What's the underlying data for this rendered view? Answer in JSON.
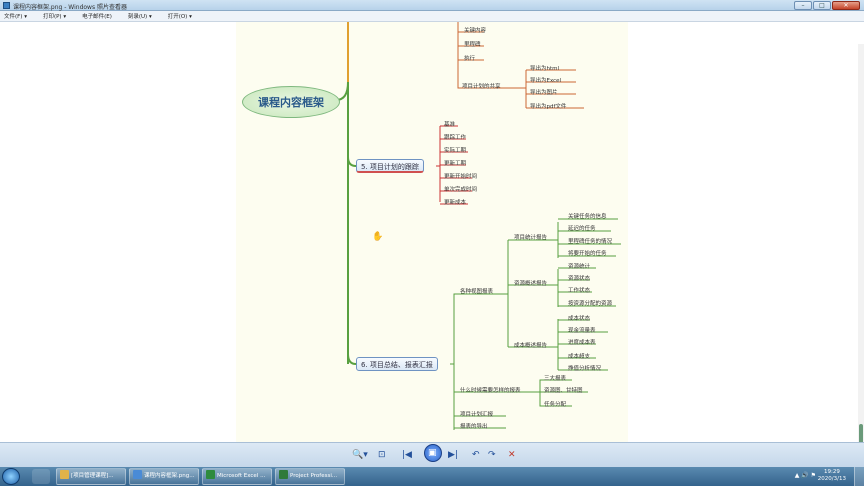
{
  "window": {
    "title": "课程内容框架.png - Windows 照片查看器",
    "controls": [
      "–",
      "□",
      "✕"
    ]
  },
  "menubar": {
    "items": [
      "文件(F) ▾",
      "打印(P) ▾",
      "电子邮件(E)",
      "刻录(U) ▾",
      "打开(O) ▾"
    ]
  },
  "mindmap": {
    "root": "课程内容框架",
    "top_group": [
      "关键内容",
      "里程碑",
      "执行"
    ],
    "export_group": {
      "label": "项目计划的共享",
      "items": [
        "导出为html",
        "导出为Excel",
        "导出为图片",
        "导出为pdf文件"
      ]
    },
    "branch5": {
      "label": "5. 项目计划的跟踪",
      "items": [
        "基准",
        "跟踪工作",
        "实际工期",
        "更新工期",
        "更新开始时间",
        "单次完成时间",
        "更新成本"
      ]
    },
    "branch6": {
      "label": "6. 项目总结、报表汇报",
      "sub_a": {
        "label": "各种视图报表",
        "groups": [
          {
            "label": "项目统计报告",
            "items": [
              "关键任务的信息",
              "延迟的任务",
              "里程碑任务的情况",
              "将要开始的任务"
            ]
          },
          {
            "label": "资源概述报告",
            "items": [
              "资源统计",
              "资源状态",
              "工作状态",
              "按资源分配的资源"
            ]
          },
          {
            "label": "成本概述报告",
            "items": [
              "成本状态",
              "现金流量表",
              "进度成本表",
              "成本超支",
              "挣值分析情况"
            ]
          }
        ]
      },
      "sub_b": {
        "label": "什么时候需要怎样的报表",
        "items": [
          "三大报表",
          "资源图、甘特图",
          "任务分配"
        ]
      },
      "sub_c": "项目计划汇报",
      "sub_d": "报表的导出"
    }
  },
  "toolbar": {
    "buttons": [
      "🔍▾",
      "⊡",
      "|◀",
      "▣",
      "▶|",
      "↶",
      "↷",
      "✕"
    ]
  },
  "taskbar": {
    "tasks": [
      {
        "label": "[项目管理课程]...",
        "color": "#e0b24a"
      },
      {
        "label": "课程内容框架.png...",
        "color": "#4a8bd6"
      },
      {
        "label": "Microsoft Excel ...",
        "color": "#2e8b3e"
      },
      {
        "label": "Project Professi...",
        "color": "#2f7a3a"
      }
    ],
    "time": "19:29",
    "date": "2020/3/13",
    "tray_icons": "▲ 🔊 ⚑"
  }
}
